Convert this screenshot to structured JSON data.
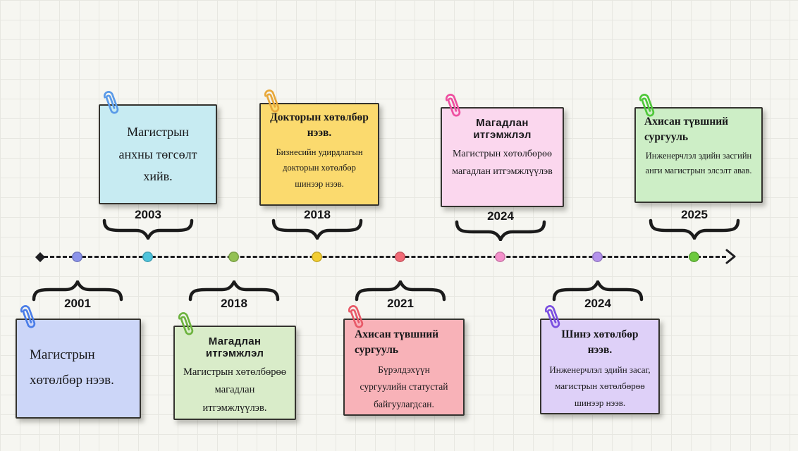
{
  "page": {
    "background_color": "#f6f6f1",
    "grid_color": "#e7e7e1",
    "line_color": "#1f1f22"
  },
  "events": [
    {
      "id": "2001-bottom",
      "year": "2001",
      "side": "bottom",
      "body": "Магистрын хөтөлбөр нээв.",
      "note_color": "#ccd6f8",
      "dot_color": "#8b93ea",
      "clip_color": "#4a7de8"
    },
    {
      "id": "2003-top",
      "year": "2003",
      "side": "top",
      "body": "Магистрын анхны төгсөлт хийв.",
      "note_color": "#c7ebf2",
      "dot_color": "#4fc4dc",
      "clip_color": "#5a9ae8"
    },
    {
      "id": "2018-bottom",
      "year": "2018",
      "side": "bottom",
      "title": "Магадлан итгэмжлэл",
      "body": "Магистрын хөтөлбөрөө магадлан итгэмжлүүлэв.",
      "note_color": "#d9ecc9",
      "dot_color": "#93c153",
      "clip_color": "#6db33f"
    },
    {
      "id": "2018-top",
      "year": "2018",
      "side": "top",
      "title": "Докторын хөтөлбөр нээв.",
      "body": "Бизнесийн удирдлагын докторын хөтөлбөр шинээр нээв.",
      "note_color": "#fbda6e",
      "dot_color": "#f2cd30",
      "clip_color": "#e8a83a"
    },
    {
      "id": "2021-bottom",
      "year": "2021",
      "side": "bottom",
      "title": "Ахисан түвшний сургууль",
      "body": "Бүрэлдэхүүн сургуулийн статустай байгуулагдсан.",
      "note_color": "#f8b2b8",
      "dot_color": "#f26a76",
      "clip_color": "#e85a68"
    },
    {
      "id": "2024-top",
      "year": "2024",
      "side": "top",
      "title": "Магадлан итгэмжлэл",
      "body": "Магистрын хөтөлбөрөө магадлан итгэмжлүүлэв",
      "note_color": "#fbd7ee",
      "dot_color": "#f490cb",
      "clip_color": "#ee4fa0"
    },
    {
      "id": "2024-bottom",
      "year": "2024",
      "side": "bottom",
      "title": "Шинэ хөтөлбөр нээв.",
      "body": "Инженерчлэл эдийн засаг, магистрын хөтөлбөрөө шинээр нээв.",
      "note_color": "#ded0f8",
      "dot_color": "#b492ec",
      "clip_color": "#7a4fe0"
    },
    {
      "id": "2025-top",
      "year": "2025",
      "side": "top",
      "title": "Ахисан түвшний сургууль",
      "body": "Инженерчлэл эдийн засгийн анги магистрын элсэлт авав.",
      "note_color": "#cdeec6",
      "dot_color": "#6cc93e",
      "clip_color": "#4fc83a"
    }
  ]
}
